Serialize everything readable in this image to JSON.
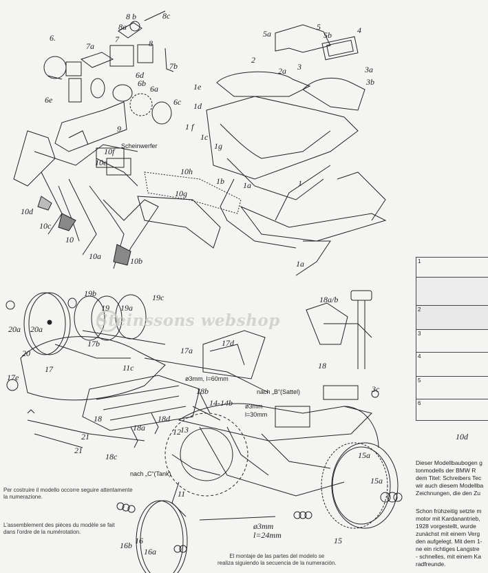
{
  "labels": {
    "8b": "8 b",
    "8c": "8c",
    "8a": "8a",
    "7": "7",
    "8": "8",
    "7a": "7a",
    "7b": "7b",
    "6": "6.",
    "6d": "6d",
    "6b": "6b",
    "6a": "6a",
    "6e": "6e",
    "6c": "6c",
    "9": "9.",
    "5a": "5a",
    "5": "5",
    "5b": "5b",
    "4": "4",
    "2": "2",
    "2a": "2a",
    "3": "3",
    "3a": "3a",
    "3b": "3b",
    "1e": "1e",
    "1d": "1d",
    "1f": "1 f",
    "1c": "1c",
    "1g": "1g",
    "1b": "1b",
    "1a_top": "1a",
    "1": "1",
    "1a_bot": "1a",
    "10f": "10f",
    "scheinwerfer": "Scheinwerfer",
    "10e": "10e",
    "10h": "10h",
    "10g": "10g",
    "10d": "10d",
    "10c": "10c",
    "10": "10",
    "10a": "10a",
    "10b": "10b",
    "19b": "19b",
    "19c": "19c",
    "19": "19",
    "19a": "19a",
    "20a_l": "20a",
    "20a_r": "20a",
    "20": "20",
    "18ab": "18a/b",
    "18": "18",
    "17b": "17b",
    "17a": "17a",
    "17d": "17d",
    "17e": "17e",
    "17": "17",
    "11c": "11c",
    "phi3mm60": "ø3mm, l=60mm",
    "18b": "18b",
    "nachB": "nach „B“(Sattel)",
    "14_14b": "14-14b",
    "phi3mm30a": "ø3mm",
    "phi3mm30b": "l=30mm",
    "3c": "3c",
    "18d": "18d",
    "18a": "18a",
    "18_b": "18",
    "21a": "21",
    "21b": "21",
    "18c": "18c",
    "nachC": "nach „C“(Tank)",
    "12": "12",
    "13": "13",
    "11": "11",
    "15a_t": "15a",
    "15a_b": "15a",
    "phi3mm24a": "ø3mm",
    "phi3mm24b": "l=24mm",
    "15": "15",
    "16b": "16b",
    "16": "16",
    "16a": "16a",
    "10d_r": "10d"
  },
  "notes": {
    "it": "Per costruire il modello occorre seguire attentamente\nla numerazione.",
    "fr": "L'assemblement des pièces du modèle se fait\ndans l'ordre de la numérotation.",
    "es": "El montaje de las partes del modelo se\nrealiza siguiendo la secuencia de la numeración."
  },
  "right_text": [
    "Dieser Modellbaubogen g",
    "tonmodells der BMW R",
    "dem Titel: Schreibers Tec",
    "wir auch diesem Modellba",
    "Zeichnungen, die den Zu",
    "",
    "Schon frühzeitig setzte m",
    "motor mit Kardanantrieb,",
    "1928 vorgestellt, wurde",
    "zunächst mit einem Verg",
    "den aufgelegt. Mit dem 1-",
    "ne ein richtiges Langstre",
    "- schnelles, mit einem Ka",
    "radfreunde."
  ],
  "steps": [
    "1",
    "2",
    "3",
    "4",
    "5",
    "6"
  ],
  "watermark": "Steinssons webshop"
}
